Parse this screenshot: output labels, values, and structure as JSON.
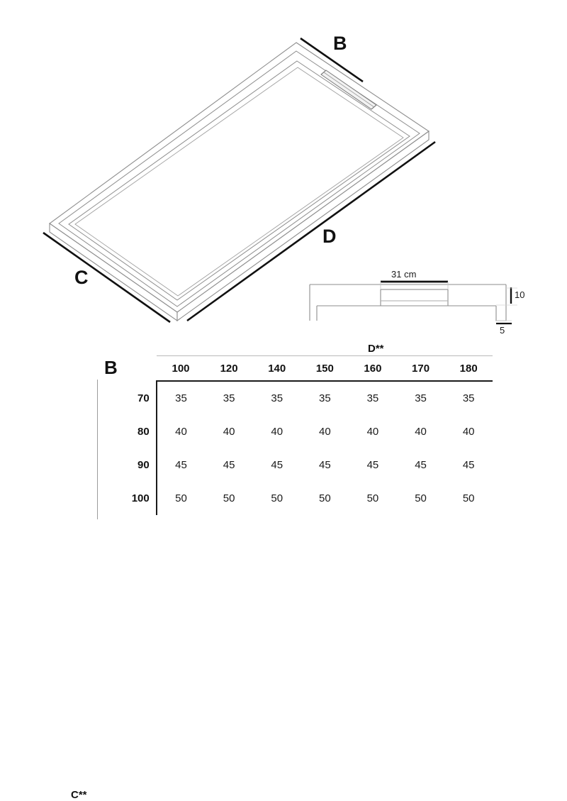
{
  "drawing": {
    "type": "shower-tray-technical-drawing",
    "isometric_view": {
      "dimension_labels": [
        {
          "id": "B",
          "text": "B",
          "meaning": "width-edge"
        },
        {
          "id": "D",
          "text": "D",
          "meaning": "length-edge"
        },
        {
          "id": "C",
          "text": "C",
          "meaning": "short-edge"
        }
      ],
      "features": [
        "linear-drain-channel",
        "raised-rim",
        "flat-tray-base"
      ]
    },
    "section_view": {
      "width_label": "31 cm",
      "height_label": "10",
      "base_label": "5",
      "unit_note": "cm"
    }
  },
  "table": {
    "row_axis_label": "C**",
    "col_axis_label": "D**",
    "corner_label": "B",
    "columns": [
      "100",
      "120",
      "140",
      "150",
      "160",
      "170",
      "180"
    ],
    "rows": [
      {
        "header": "70",
        "values": [
          "35",
          "35",
          "35",
          "35",
          "35",
          "35",
          "35"
        ]
      },
      {
        "header": "80",
        "values": [
          "40",
          "40",
          "40",
          "40",
          "40",
          "40",
          "40"
        ]
      },
      {
        "header": "90",
        "values": [
          "45",
          "45",
          "45",
          "45",
          "45",
          "45",
          "45"
        ]
      },
      {
        "header": "100",
        "values": [
          "50",
          "50",
          "50",
          "50",
          "50",
          "50",
          "50"
        ]
      }
    ]
  },
  "colors": {
    "line": "#1a1a1a",
    "thin_line": "#9c9c9c",
    "background": "#ffffff",
    "text": "#111111"
  }
}
